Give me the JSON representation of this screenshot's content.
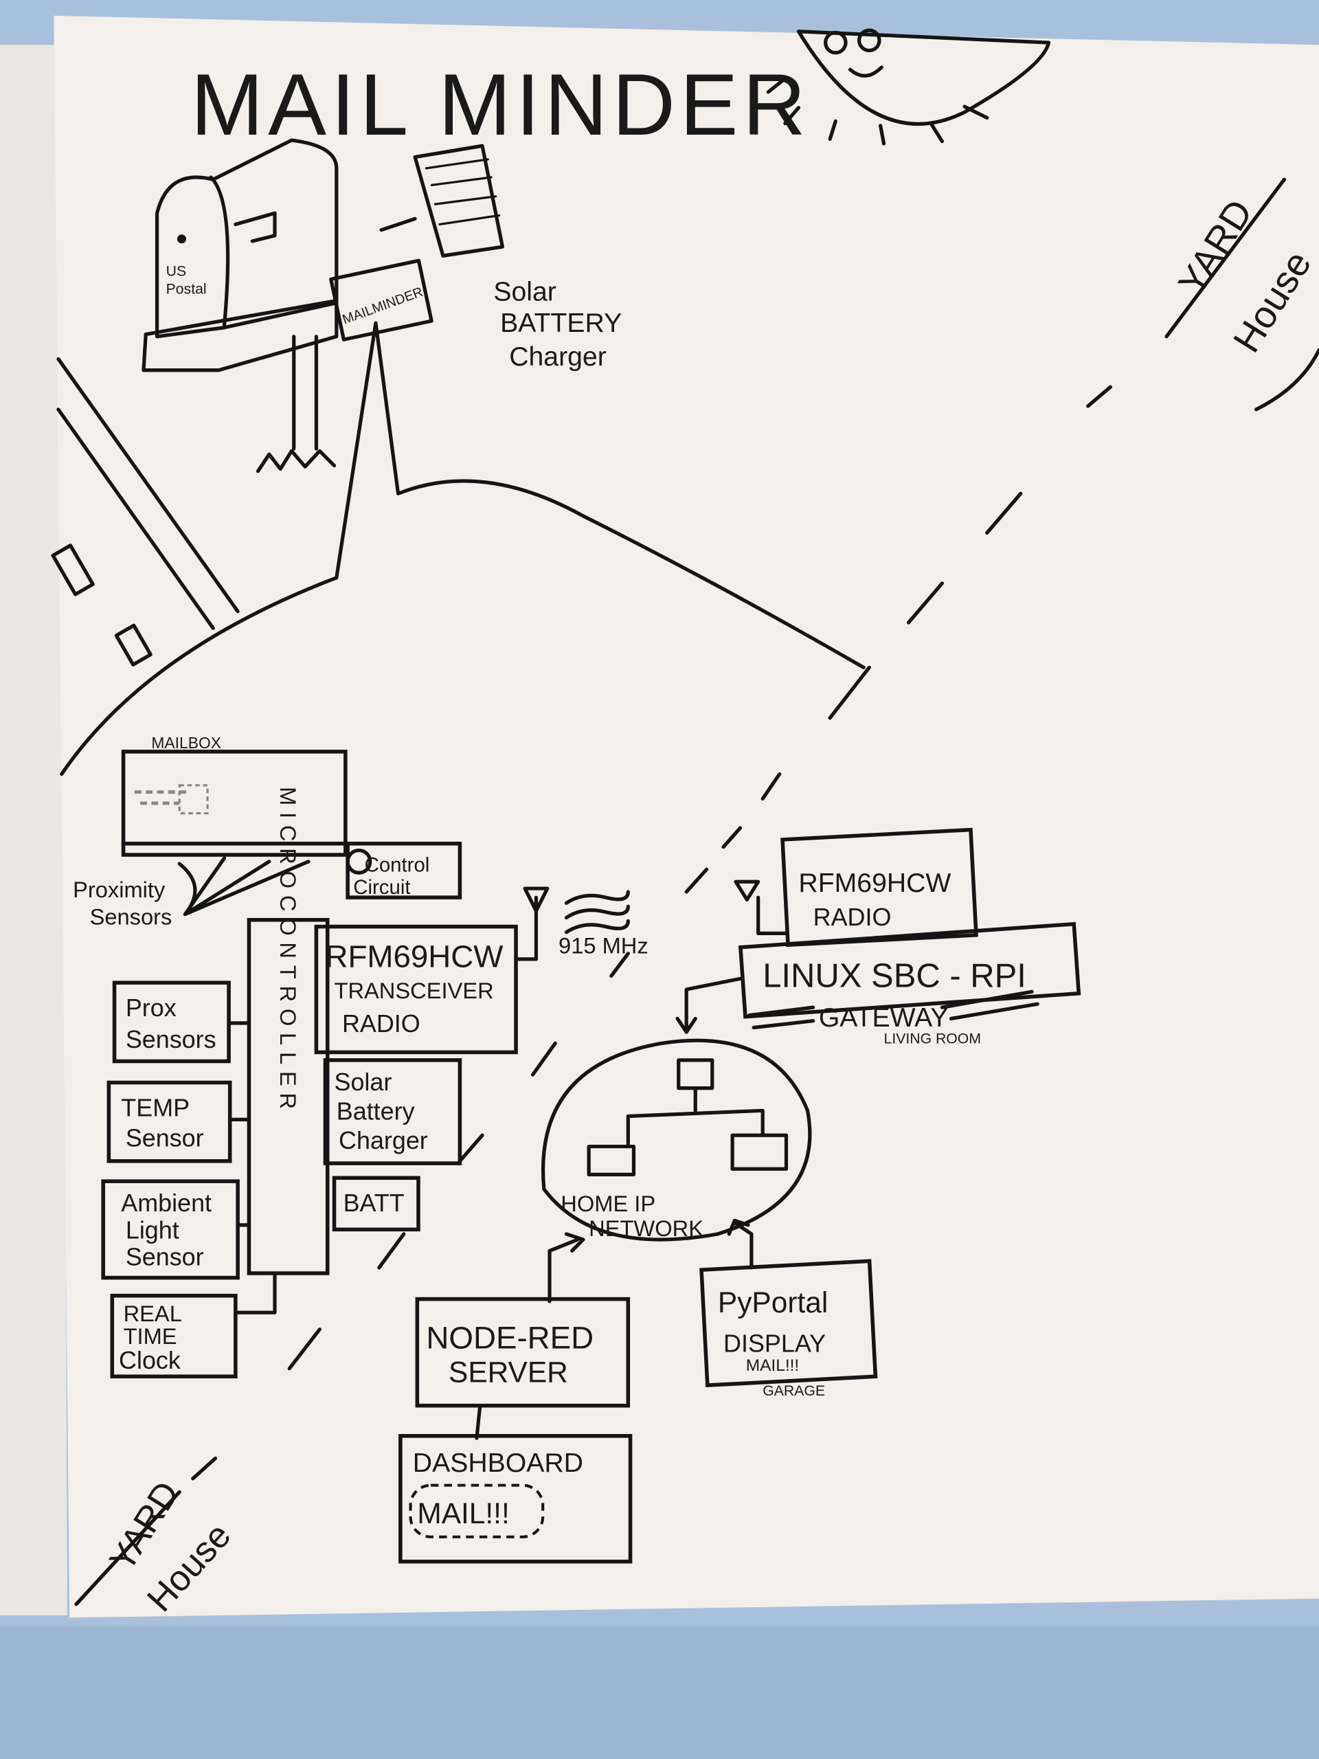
{
  "title": "MAIL MINDER",
  "colors": {
    "paper": "#f3f0eb",
    "wall": "#a9c0dc",
    "ink": "#151515",
    "sun": "#f4ec8a"
  },
  "top_illustration": {
    "mailbox_label": [
      "US",
      "Postal"
    ],
    "mailbox_side_label": "MAILMINDER",
    "solar_label": [
      "Solar",
      "BATTERY",
      "Charger"
    ],
    "boundary_top": [
      "YARD",
      "House"
    ],
    "boundary_bottom": [
      "YARD",
      "House"
    ]
  },
  "mailbox_section": {
    "mailbox_label": "MAILBOX",
    "control_circuit": [
      "Control",
      "Circuit"
    ],
    "proximity_sensors": [
      "Proximity",
      "Sensors"
    ]
  },
  "sensor_node": {
    "microcontroller": "MICROCONTROLLER",
    "inputs": [
      {
        "lines": [
          "Prox",
          "Sensors"
        ]
      },
      {
        "lines": [
          "TEMP",
          "Sensor"
        ]
      },
      {
        "lines": [
          "Ambient",
          "Light",
          "Sensor"
        ]
      },
      {
        "lines": [
          "REAL",
          "TIME",
          "Clock"
        ]
      }
    ],
    "transceiver": [
      "RFM69HCW",
      "TRANSCEIVER",
      "RADIO"
    ],
    "solar_charger": [
      "Solar",
      "Battery",
      "Charger"
    ],
    "battery": "BATT",
    "frequency": "915 MHz"
  },
  "gateway": {
    "radio": [
      "RFM69HCW",
      "RADIO"
    ],
    "sbc": "LINUX SBC - RPI",
    "label": "GATEWAY",
    "location": "LIVING ROOM"
  },
  "network": {
    "label": [
      "HOME IP",
      "NETWORK"
    ]
  },
  "node_red": [
    "NODE-RED",
    "SERVER"
  ],
  "pyportal": {
    "lines": [
      "PyPortal",
      "DISPLAY",
      "MAIL!!!"
    ],
    "location": "GARAGE"
  },
  "dashboard": {
    "title": "DASHBOARD",
    "alert": "MAIL!!!"
  }
}
